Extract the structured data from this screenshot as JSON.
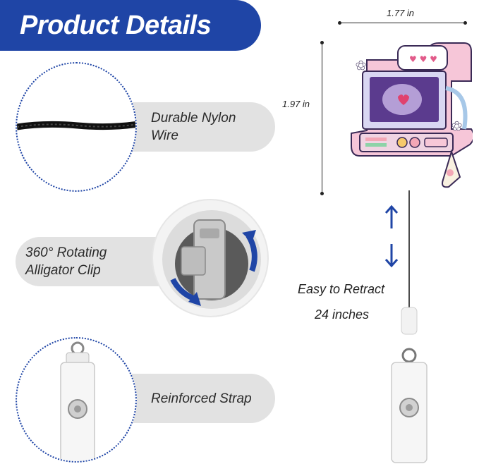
{
  "header": {
    "title": "Product Details"
  },
  "features": [
    {
      "lines": [
        "Durable Nylon",
        "Wire"
      ]
    },
    {
      "lines": [
        "360° Rotating",
        "Alligator Clip"
      ]
    },
    {
      "lines": [
        "Reinforced Strap"
      ]
    }
  ],
  "dimensions": {
    "width": "1.77 in",
    "height": "1.97 in"
  },
  "retract": {
    "line1": "Easy to Retract",
    "line2": "24 inches"
  },
  "colors": {
    "accent": "#1f45a6",
    "pill": "#e2e2e2"
  }
}
